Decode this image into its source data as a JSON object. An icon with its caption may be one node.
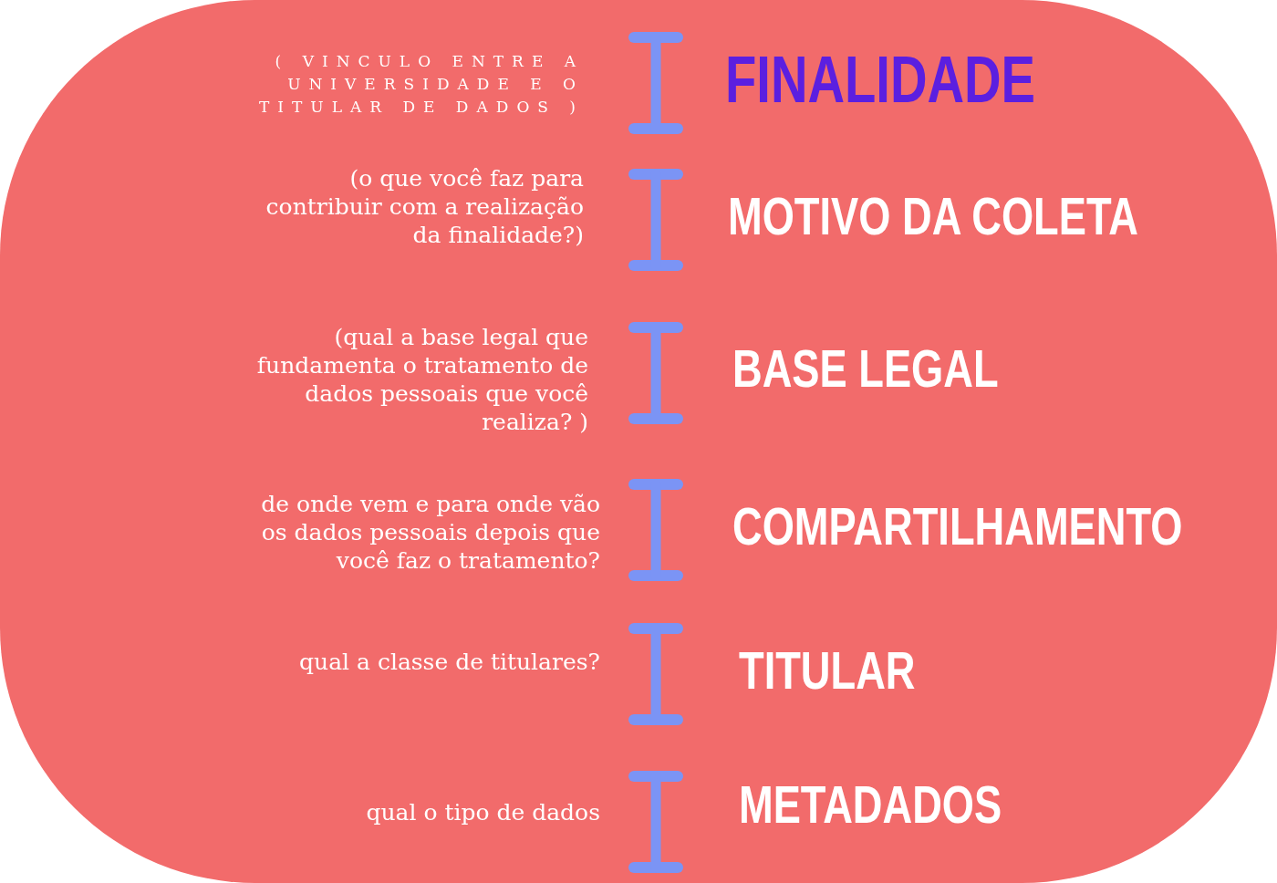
{
  "diagram": {
    "labels": [
      "( VINCULO ENTRE A UNIVERSIDADE E O TITULAR DE DADOS )",
      "FINALIDADE",
      "(o que você faz para contribuir com a realização da finalidade?)",
      "MOTIVO DA COLETA",
      "(qual a base legal que fundamenta o tratamento de dados pessoais que você realiza? )",
      "BASE LEGAL",
      "de onde vem e para onde vão os dados pessoais depois que você faz o tratamento?",
      "COMPARTILHAMENTO",
      "qual a classe de titulares?",
      "TITULAR",
      "qual o tipo de dados",
      "METADADOS"
    ]
  }
}
